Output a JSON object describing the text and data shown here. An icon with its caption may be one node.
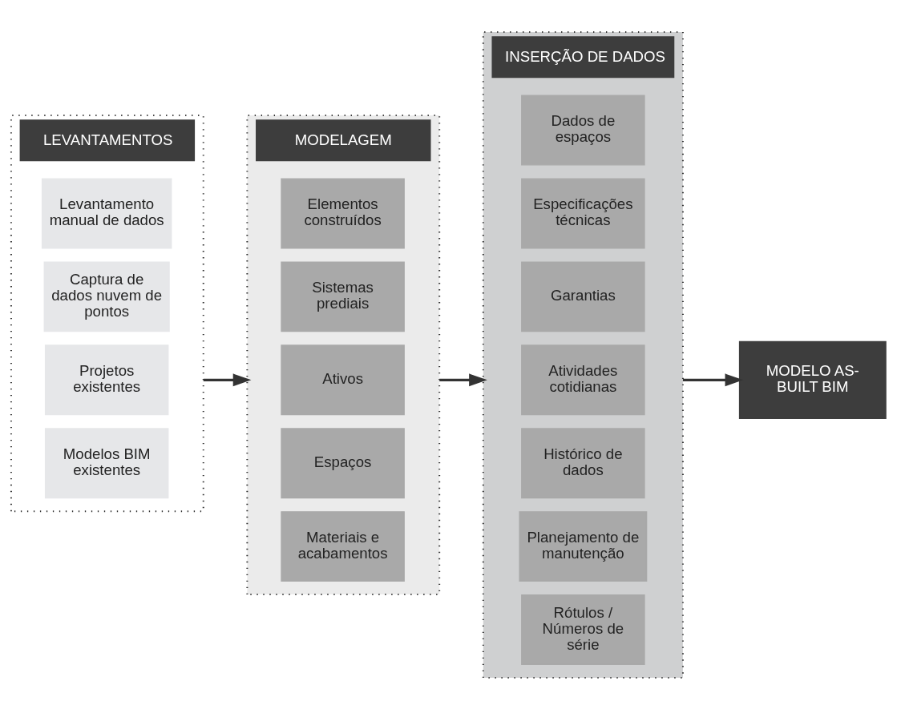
{
  "diagram": {
    "nodes": [
      {
        "text": [
          "LEVANTAMENTOS"
        ]
      },
      {
        "text": [
          "Levantamento manual de dados"
        ],
        "in": 0
      },
      {
        "text": [
          "Captura de dados nuvem de pontos"
        ],
        "in": 0
      },
      {
        "text": [
          "Projetos existentes"
        ],
        "in": 0
      },
      {
        "text": [
          "Modelos BIM existentes"
        ],
        "in": 0
      },
      {
        "text": [
          "MODELAGEM"
        ]
      },
      {
        "text": [
          "Elementos construídos"
        ],
        "in": 5
      },
      {
        "text": [
          "Sistemas prediais"
        ],
        "in": 5
      },
      {
        "text": [
          "Ativos"
        ],
        "in": 5
      },
      {
        "text": [
          "Espaços"
        ],
        "in": 5
      },
      {
        "text": [
          "Materiais e acabamentos"
        ],
        "in": 5
      },
      {
        "text": [
          "INSERÇÃO DE DADOS"
        ]
      },
      {
        "text": [
          "Dados de espaços"
        ],
        "in": 11
      },
      {
        "text": [
          "Especificações técnicas"
        ],
        "in": 11
      },
      {
        "text": [
          "Garantias"
        ],
        "in": 11
      },
      {
        "text": [
          "Atividades cotidianas"
        ],
        "in": 11
      },
      {
        "text": [
          "Histórico de dados"
        ],
        "in": 11
      },
      {
        "text": [
          "Planejamento de manutenção"
        ],
        "in": 11
      },
      {
        "text": [
          "Rótulos / Números de série"
        ],
        "in": 11
      },
      {
        "text": [
          "MODELO AS-BUILT BIM"
        ]
      }
    ],
    "edges": [
      {
        "from": 0,
        "to": 5,
        "arrow": "to"
      },
      {
        "from": 5,
        "to": 11,
        "arrow": "to"
      },
      {
        "from": 11,
        "to": 19,
        "arrow": "to"
      }
    ]
  }
}
